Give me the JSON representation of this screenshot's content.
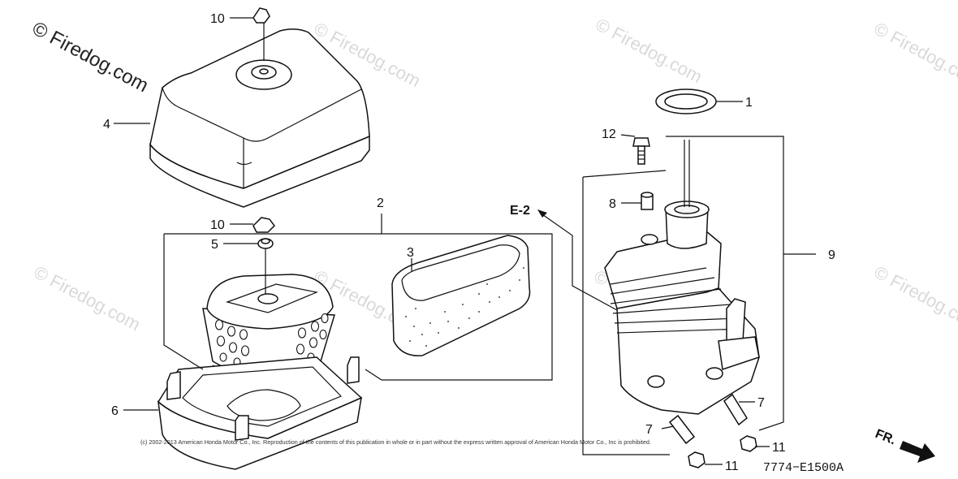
{
  "watermarks": {
    "primary": "© Firedog.com",
    "faint": "© Firedog.com"
  },
  "callouts": {
    "c1": "1",
    "c2": "2",
    "c3": "3",
    "c4": "4",
    "c5": "5",
    "c6": "6",
    "c7a": "7",
    "c7b": "7",
    "c8": "8",
    "c9": "9",
    "c10a": "10",
    "c10b": "10",
    "c11a": "11",
    "c11b": "11",
    "c12": "12"
  },
  "reference": "E-2",
  "direction": "FR.",
  "diagram_code": "7774−E1500A",
  "copyright": "(c) 2002-2013 American Honda Motor Co., Inc. Reproduction of the contents of this publication in whole or in part without the express written approval of American Honda Motor Co., Inc is prohibited."
}
